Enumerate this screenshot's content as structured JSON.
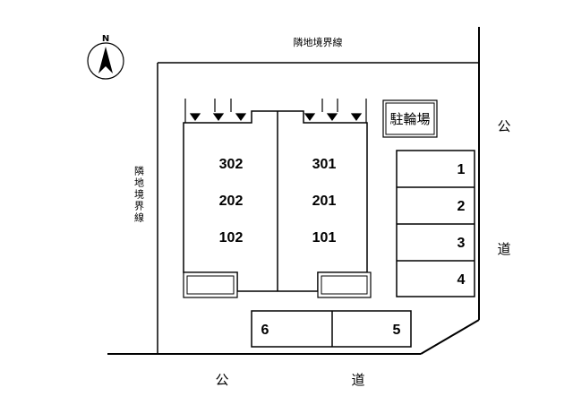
{
  "compass": {
    "letter": "N"
  },
  "boundary_top": "隣地境界線",
  "boundary_left": "隣地境界線",
  "bicycle_parking": "駐輪場",
  "road_right": [
    "公",
    "道"
  ],
  "road_bottom": [
    "公",
    "道"
  ],
  "building_left": {
    "units": [
      "302",
      "202",
      "102"
    ]
  },
  "building_right": {
    "units": [
      "301",
      "201",
      "101"
    ]
  },
  "parking": [
    "1",
    "2",
    "3",
    "4",
    "5",
    "6"
  ]
}
